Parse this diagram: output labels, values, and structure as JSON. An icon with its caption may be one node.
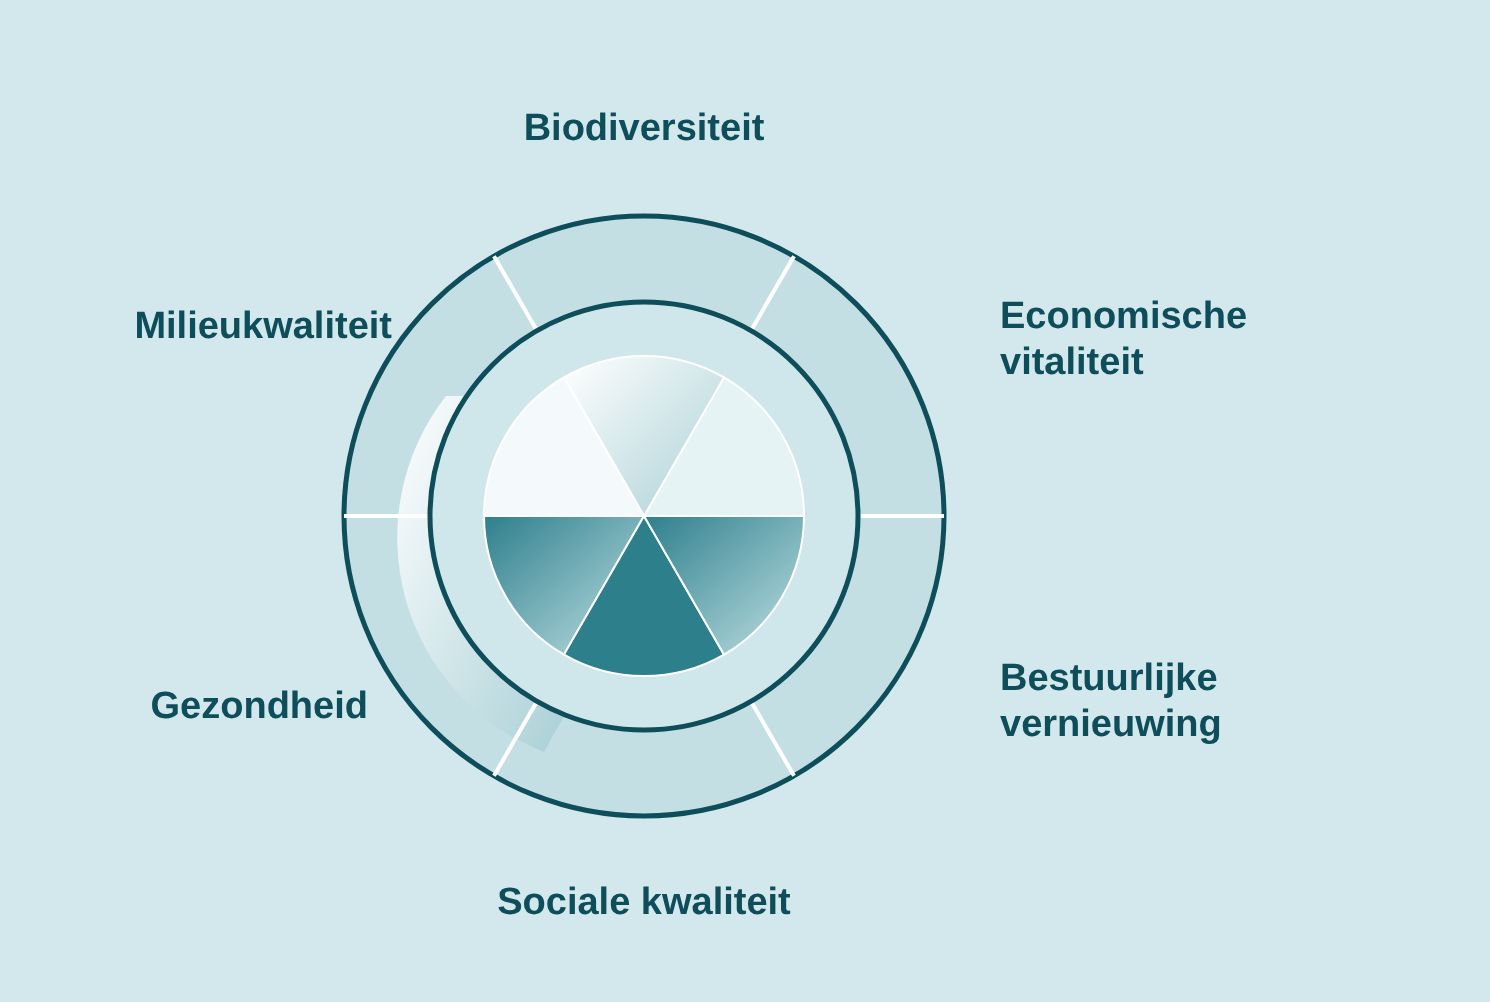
{
  "diagram": {
    "labels": [
      "Biodiversiteit",
      "Milieukwaliteit",
      "Economische vitaliteit",
      "Gezondheid",
      "Bestuurlijke vernieuwing",
      "Sociale kwaliteit"
    ]
  }
}
